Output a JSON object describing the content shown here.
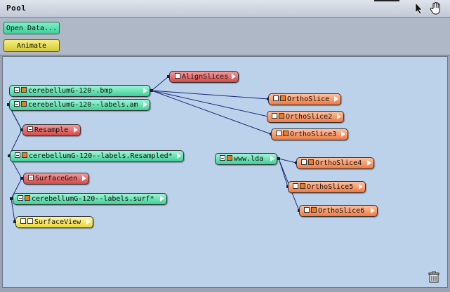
{
  "window": {
    "title": "Pool"
  },
  "toolbar": {
    "open_data_label": "Open Data...",
    "animate_label": "Animate"
  },
  "icons": {
    "pointer": "arrow-pointer-icon",
    "hand": "hand-icon",
    "trash": "trash-icon"
  },
  "colors": {
    "data": "#3fcf98",
    "compute": "#d54848",
    "display": "#f07a42",
    "viewer": "#e9d83c",
    "edge": "#1a2a7a",
    "canvas": "#bcd1ea"
  },
  "nodes": {
    "cerebellum_bmp": "cerebellumG-120-.bmp",
    "labels_am": "cerebellumG-120--labels.am",
    "resample": "Resample",
    "labels_resampled": "cerebellumG-120--labels.Resampled*",
    "surfacegen": "SurfaceGen",
    "labels_surf": "cerebellumG-120--labels.surf*",
    "surfaceview": "SurfaceView",
    "alignslices": "AlignSlices",
    "orthoslice": "OrthoSlice",
    "orthoslice2": "OrthoSlice2",
    "orthoslice3": "OrthoSlice3",
    "www_lda": "www.lda",
    "orthoslice4": "OrthoSlice4",
    "orthoslice5": "OrthoSlice5",
    "orthoslice6": "OrthoSlice6"
  }
}
